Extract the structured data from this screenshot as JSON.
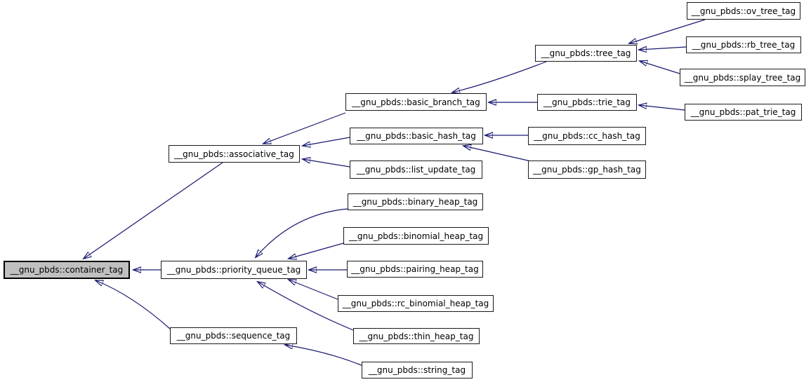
{
  "diagram": {
    "type": "inheritance-graph",
    "subject": "__gnu_pbds container tag hierarchy",
    "colors": {
      "edge": "#191970",
      "node_border": "#1a1a1a",
      "node_fill": "#ffffff",
      "highlight_fill": "#c0c0c0",
      "text": "#000000",
      "background": "#ffffff"
    },
    "nodes": [
      {
        "id": "container_tag",
        "label": "__gnu_pbds::container_tag",
        "highlighted": true
      },
      {
        "id": "associative_tag",
        "label": "__gnu_pbds::associative_tag",
        "highlighted": false
      },
      {
        "id": "priority_queue_tag",
        "label": "__gnu_pbds::priority_queue_tag",
        "highlighted": false
      },
      {
        "id": "sequence_tag",
        "label": "__gnu_pbds::sequence_tag",
        "highlighted": false
      },
      {
        "id": "basic_branch_tag",
        "label": "__gnu_pbds::basic_branch_tag",
        "highlighted": false
      },
      {
        "id": "basic_hash_tag",
        "label": "__gnu_pbds::basic_hash_tag",
        "highlighted": false
      },
      {
        "id": "list_update_tag",
        "label": "__gnu_pbds::list_update_tag",
        "highlighted": false
      },
      {
        "id": "tree_tag",
        "label": "__gnu_pbds::tree_tag",
        "highlighted": false
      },
      {
        "id": "trie_tag",
        "label": "__gnu_pbds::trie_tag",
        "highlighted": false
      },
      {
        "id": "cc_hash_tag",
        "label": "__gnu_pbds::cc_hash_tag",
        "highlighted": false
      },
      {
        "id": "gp_hash_tag",
        "label": "__gnu_pbds::gp_hash_tag",
        "highlighted": false
      },
      {
        "id": "ov_tree_tag",
        "label": "__gnu_pbds::ov_tree_tag",
        "highlighted": false
      },
      {
        "id": "rb_tree_tag",
        "label": "__gnu_pbds::rb_tree_tag",
        "highlighted": false
      },
      {
        "id": "splay_tree_tag",
        "label": "__gnu_pbds::splay_tree_tag",
        "highlighted": false
      },
      {
        "id": "pat_trie_tag",
        "label": "__gnu_pbds::pat_trie_tag",
        "highlighted": false
      },
      {
        "id": "binary_heap_tag",
        "label": "__gnu_pbds::binary_heap_tag",
        "highlighted": false
      },
      {
        "id": "binomial_heap_tag",
        "label": "__gnu_pbds::binomial_heap_tag",
        "highlighted": false
      },
      {
        "id": "pairing_heap_tag",
        "label": "__gnu_pbds::pairing_heap_tag",
        "highlighted": false
      },
      {
        "id": "rc_binomial_heap_tag",
        "label": "__gnu_pbds::rc_binomial_heap_tag",
        "highlighted": false
      },
      {
        "id": "thin_heap_tag",
        "label": "__gnu_pbds::thin_heap_tag",
        "highlighted": false
      },
      {
        "id": "string_tag",
        "label": "__gnu_pbds::string_tag",
        "highlighted": false
      }
    ],
    "edges": [
      {
        "from": "associative_tag",
        "to": "container_tag"
      },
      {
        "from": "priority_queue_tag",
        "to": "container_tag"
      },
      {
        "from": "sequence_tag",
        "to": "container_tag"
      },
      {
        "from": "basic_branch_tag",
        "to": "associative_tag"
      },
      {
        "from": "basic_hash_tag",
        "to": "associative_tag"
      },
      {
        "from": "list_update_tag",
        "to": "associative_tag"
      },
      {
        "from": "tree_tag",
        "to": "basic_branch_tag"
      },
      {
        "from": "trie_tag",
        "to": "basic_branch_tag"
      },
      {
        "from": "ov_tree_tag",
        "to": "tree_tag"
      },
      {
        "from": "rb_tree_tag",
        "to": "tree_tag"
      },
      {
        "from": "splay_tree_tag",
        "to": "tree_tag"
      },
      {
        "from": "pat_trie_tag",
        "to": "trie_tag"
      },
      {
        "from": "cc_hash_tag",
        "to": "basic_hash_tag"
      },
      {
        "from": "gp_hash_tag",
        "to": "basic_hash_tag"
      },
      {
        "from": "binary_heap_tag",
        "to": "priority_queue_tag"
      },
      {
        "from": "binomial_heap_tag",
        "to": "priority_queue_tag"
      },
      {
        "from": "pairing_heap_tag",
        "to": "priority_queue_tag"
      },
      {
        "from": "rc_binomial_heap_tag",
        "to": "priority_queue_tag"
      },
      {
        "from": "thin_heap_tag",
        "to": "priority_queue_tag"
      },
      {
        "from": "string_tag",
        "to": "sequence_tag"
      }
    ]
  }
}
